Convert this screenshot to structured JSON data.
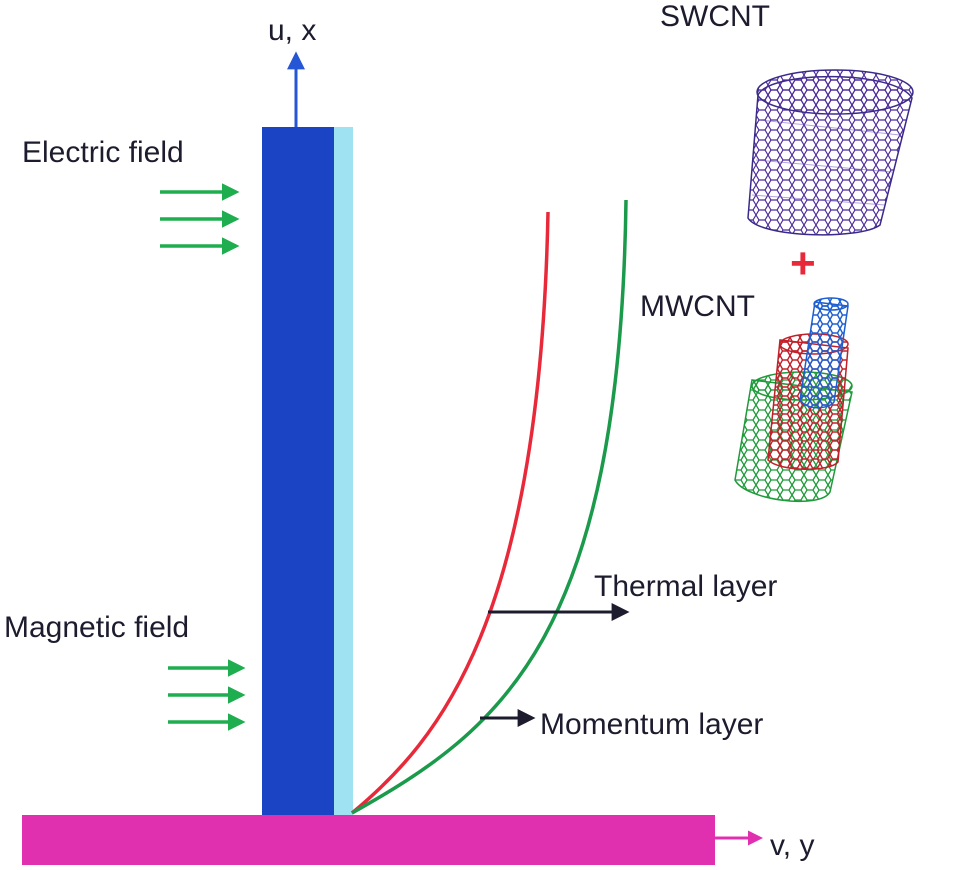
{
  "labels": {
    "x_axis": "u, x",
    "y_axis": "v, y",
    "electric_field": "Electric field",
    "magnetic_field": "Magnetic field",
    "thermal_layer": "Thermal layer",
    "momentum_layer": "Momentum layer",
    "swcnt": "SWCNT",
    "mwcnt": "MWCNT",
    "plus": "+"
  },
  "colors": {
    "plate": "#1a44c4",
    "plate_edge": "#9fe3f2",
    "base": "#e030b0",
    "field_arrows": "#1fae4f",
    "thermal_curve": "#e8293a",
    "momentum_curve": "#1a9a4a",
    "axis_arrow": "#2456d6",
    "pointer_arrow": "#1c1c2e",
    "plus": "#e8293a"
  },
  "icons": {
    "swcnt_image": "single-walled-carbon-nanotube",
    "mwcnt_image": "multi-walled-carbon-nanotube"
  }
}
